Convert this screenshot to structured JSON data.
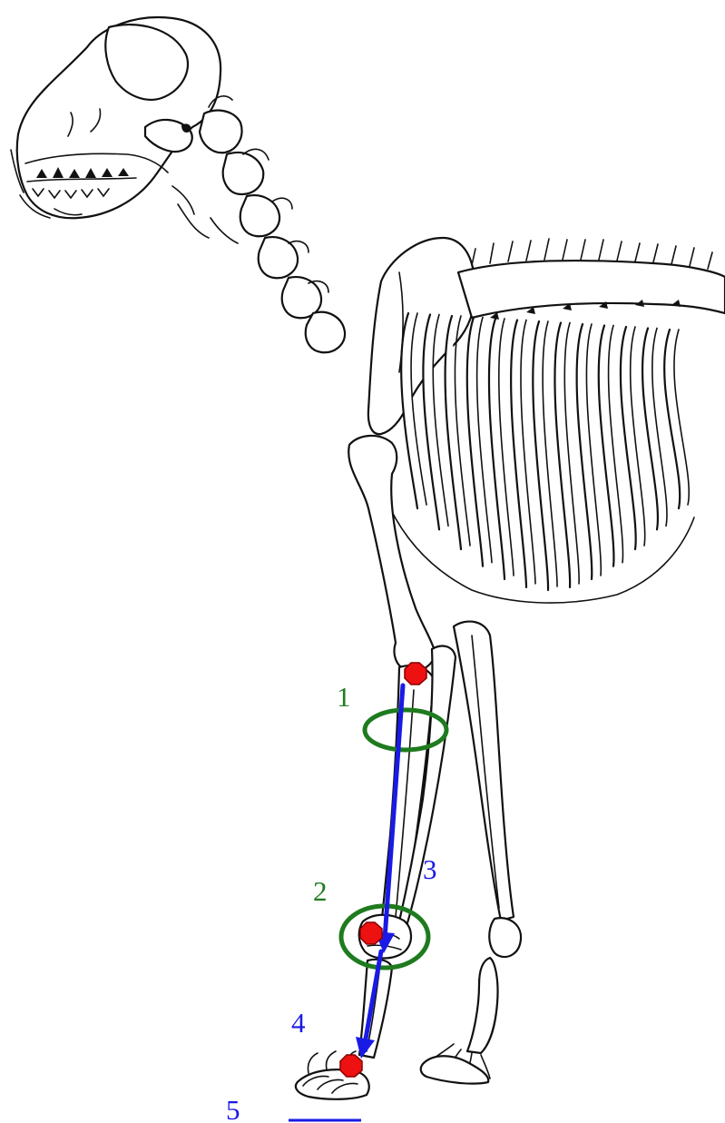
{
  "colors": {
    "green": "#1e7b1e",
    "blue": "#1a1ae6",
    "red": "#ee1111",
    "outline": "#111111"
  },
  "labels": {
    "one": "1",
    "two": "2",
    "three": "3",
    "four": "4",
    "five": "5"
  }
}
